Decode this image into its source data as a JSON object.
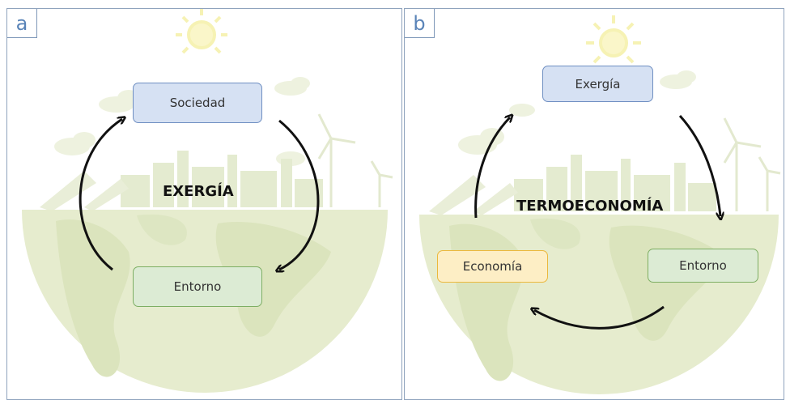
{
  "panel_a": {
    "label": "a",
    "center": "EXERGÍA",
    "nodes": {
      "top": "Sociedad",
      "bottom": "Entorno"
    }
  },
  "panel_b": {
    "label": "b",
    "center": "TERMOECONOMÍA",
    "nodes": {
      "top": "Exergía",
      "right": "Entorno",
      "left": "Economía"
    }
  },
  "colors": {
    "node_blue_fill": "#d6e1f3",
    "node_green_fill": "#dcebd4",
    "node_yellow_fill": "#fdeec5",
    "panel_label": "#5a84b8",
    "background_art": "#e6eccf"
  },
  "icons": [
    "sun-icon",
    "cloud-icon",
    "factory-icon",
    "wind-turbine-icon",
    "solar-panel-icon",
    "globe-icon"
  ]
}
